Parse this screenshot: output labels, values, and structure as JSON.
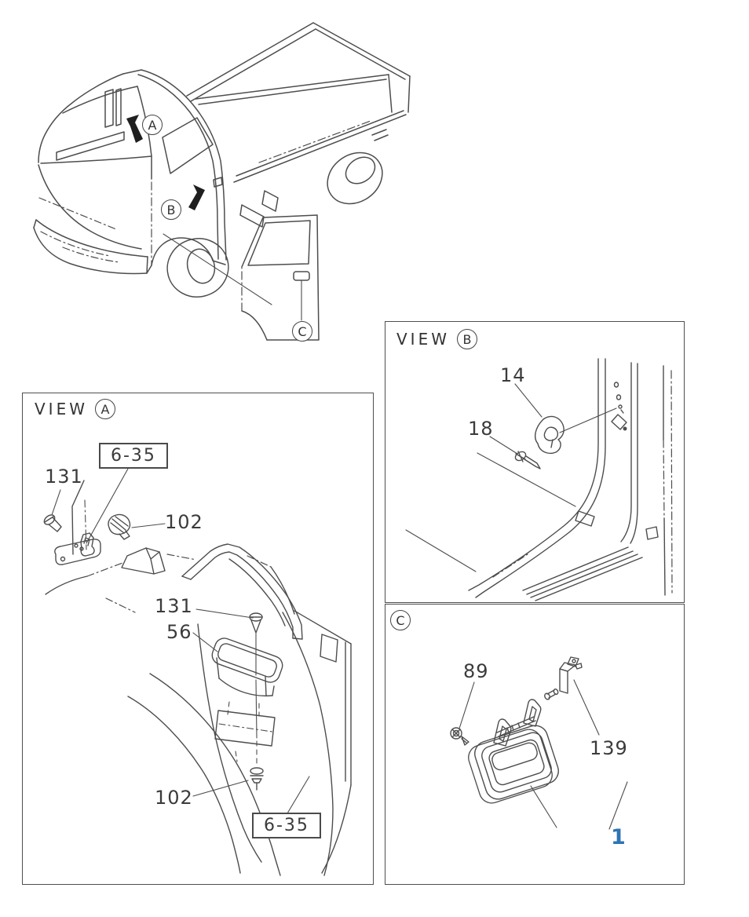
{
  "colors": {
    "line": "#4d4d4d",
    "text": "#3b3b3b",
    "highlight_blue": "#2e74b4"
  },
  "overview": {
    "truck_callout_a": "A",
    "truck_callout_b": "B",
    "door_callout": "C"
  },
  "panel_a": {
    "title": "VIEW",
    "letter": "A",
    "ref_top": "6-35",
    "ref_bottom": "6-35",
    "part_screw_top": "131",
    "part_grommet": "102",
    "part_screw_mid": "131",
    "part_pocket": "56",
    "part_clip": "102"
  },
  "panel_b": {
    "title": "VIEW",
    "letter": "B",
    "part_striker": "14",
    "part_screw": "18"
  },
  "panel_c": {
    "letter": "C",
    "part_screw": "89",
    "part_bracket": "139",
    "part_handle": "1"
  }
}
